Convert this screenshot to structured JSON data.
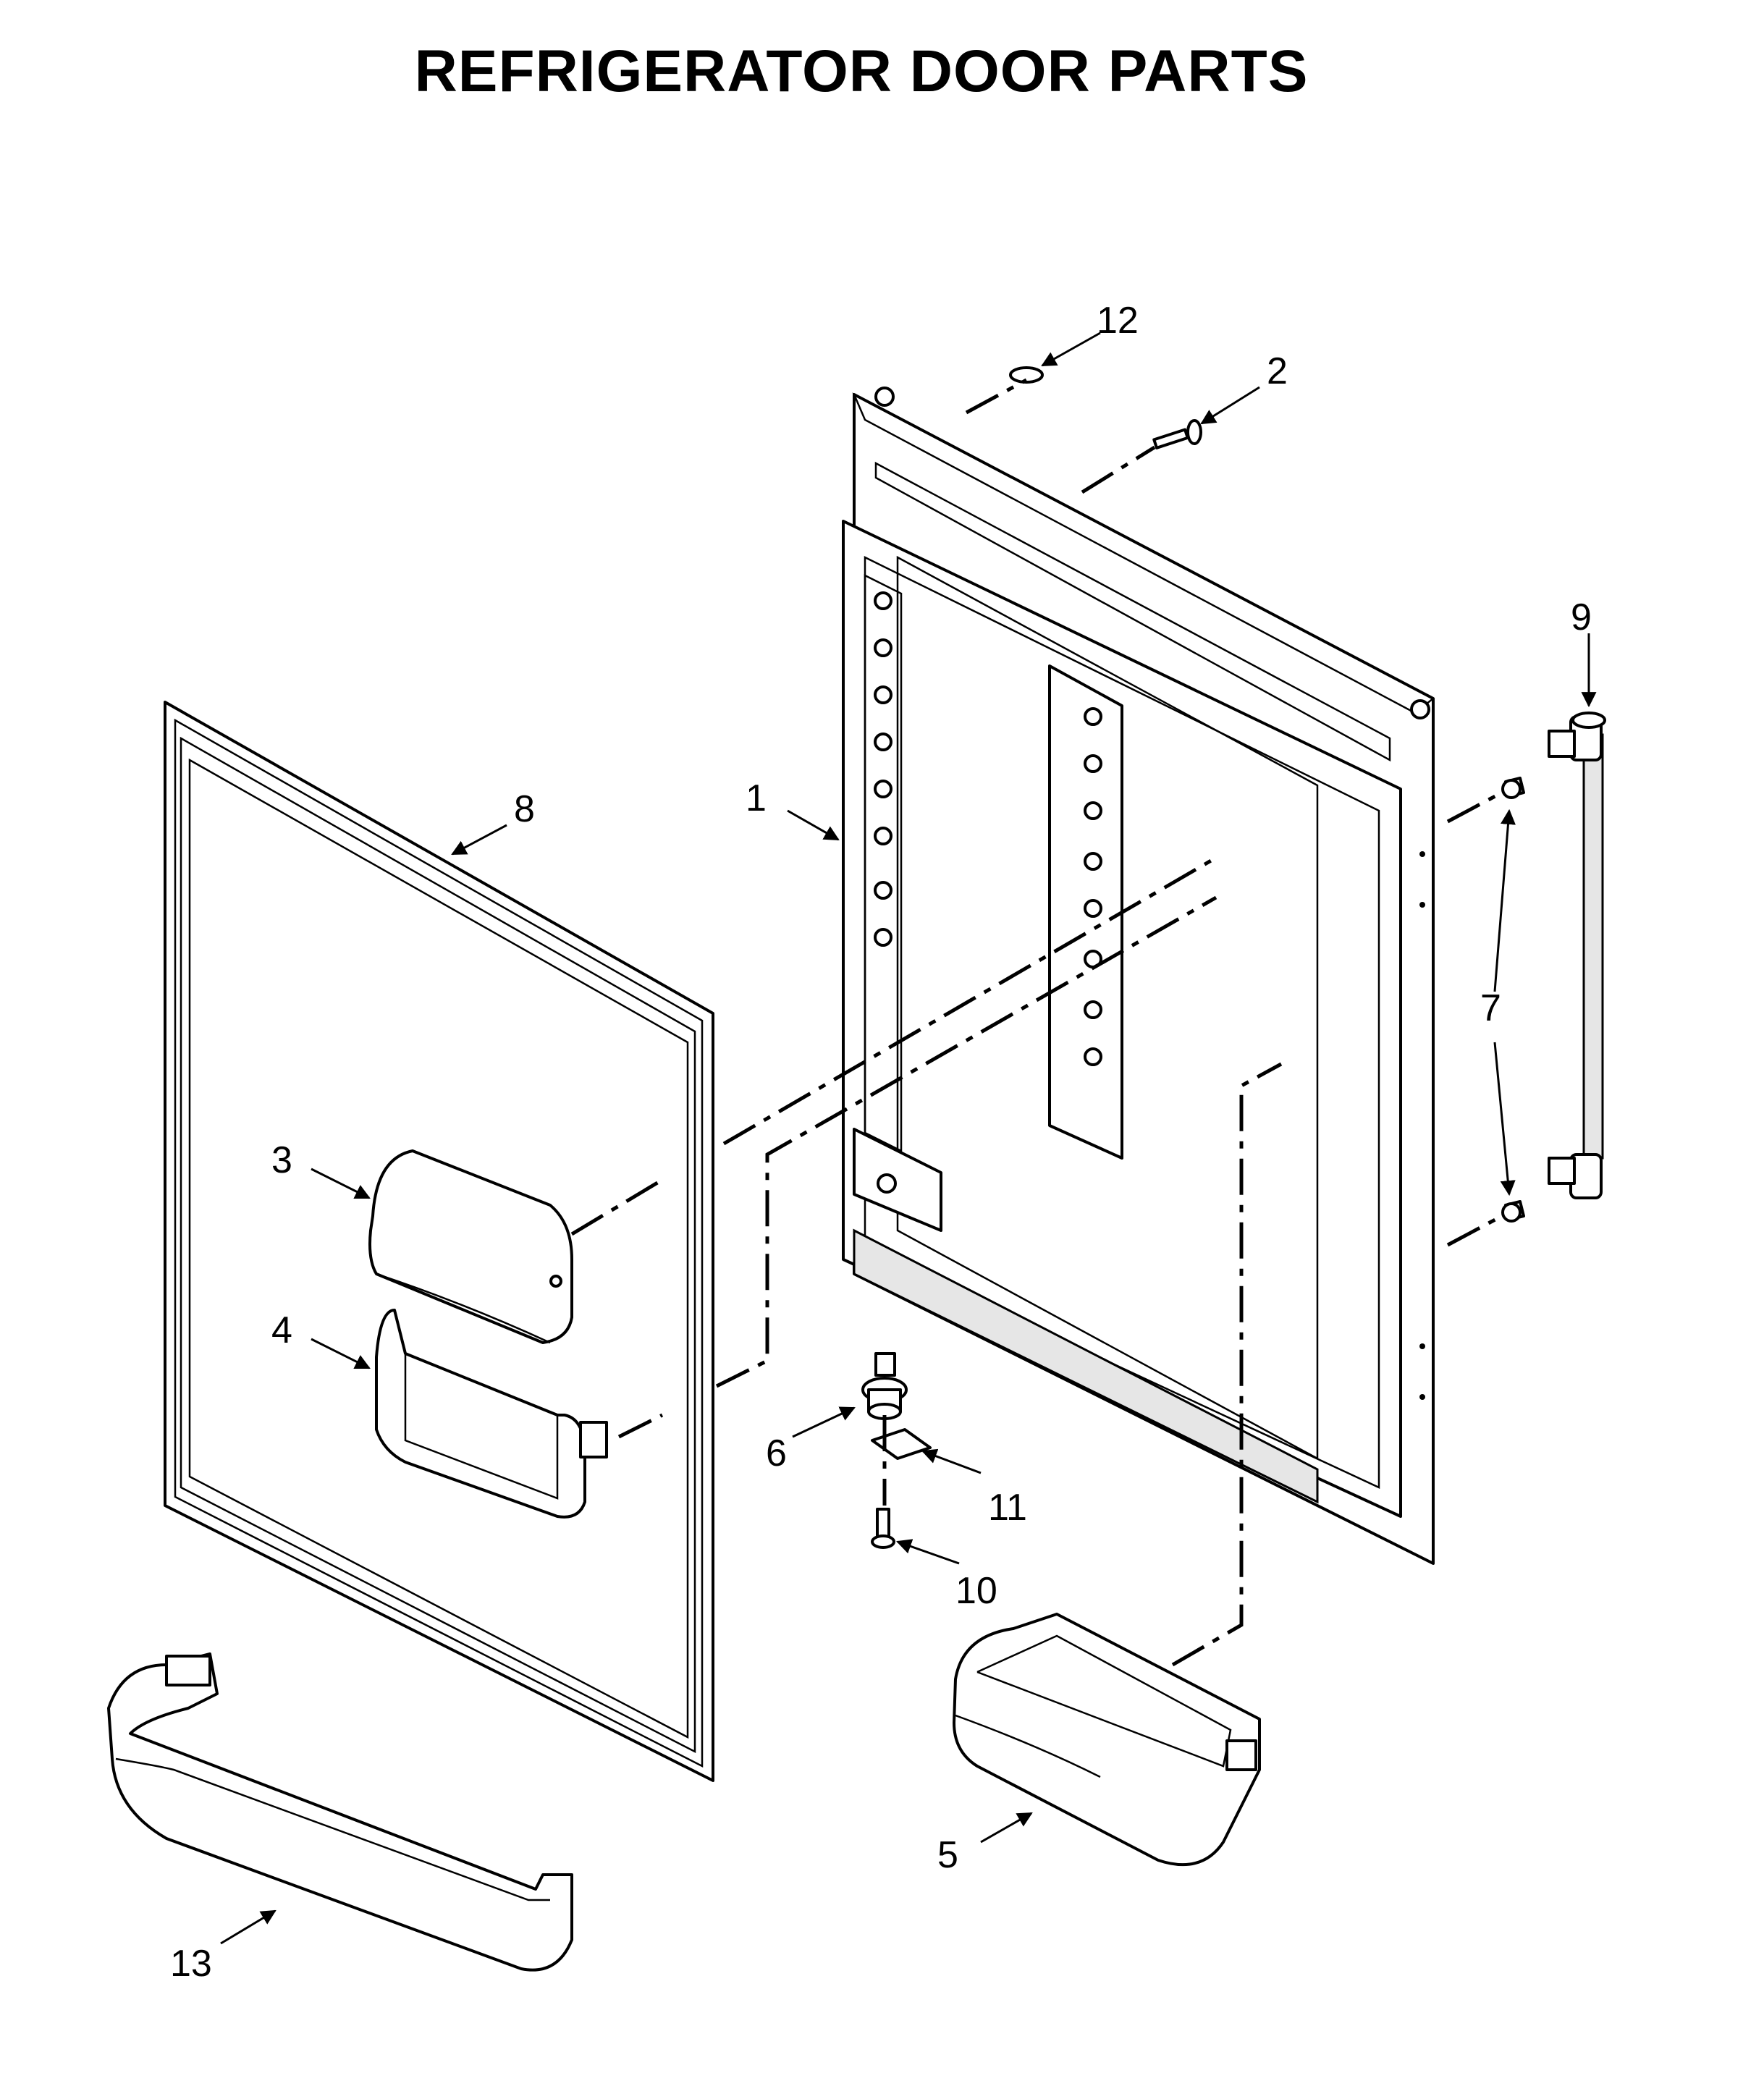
{
  "title": "REFRIGERATOR DOOR PARTS",
  "callouts": {
    "c1": "1",
    "c2": "2",
    "c3": "3",
    "c4": "4",
    "c5": "5",
    "c6": "6",
    "c7": "7",
    "c8": "8",
    "c9": "9",
    "c10": "10",
    "c11": "11",
    "c12": "12",
    "c13": "13"
  }
}
